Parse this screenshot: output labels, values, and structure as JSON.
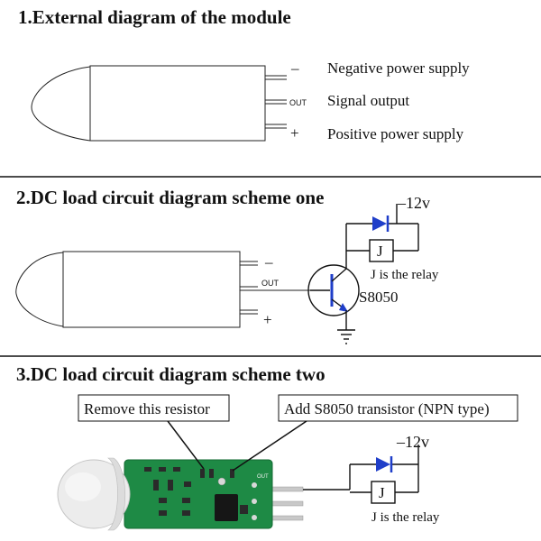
{
  "section1": {
    "title": "1.External diagram of the module",
    "pins": {
      "neg_sign": "–",
      "out_label": "OUT",
      "pos_sign": "+"
    },
    "descriptions": {
      "negative": "Negative power supply",
      "signal": "Signal output",
      "positive": "Positive power supply"
    }
  },
  "section2": {
    "title": "2.DC load circuit diagram scheme one",
    "neg_sign": "–",
    "out_label": "OUT",
    "pos_sign": "+",
    "supply": "–12v",
    "relay_letter": "J",
    "relay_caption": "J is the relay",
    "transistor": "S8050"
  },
  "section3": {
    "title": "3.DC load circuit diagram scheme two",
    "callout_resistor": "Remove this resistor",
    "callout_transistor": "Add S8050 transistor (NPN type)",
    "supply": "–12v",
    "relay_letter": "J",
    "relay_caption": "J is the relay",
    "pcb_out": "OUT"
  },
  "colors": {
    "diode": "#1f3ec9",
    "pcb_green": "#1e8a45",
    "lens": "#ececec",
    "pin_metal": "#c8c8c8"
  }
}
